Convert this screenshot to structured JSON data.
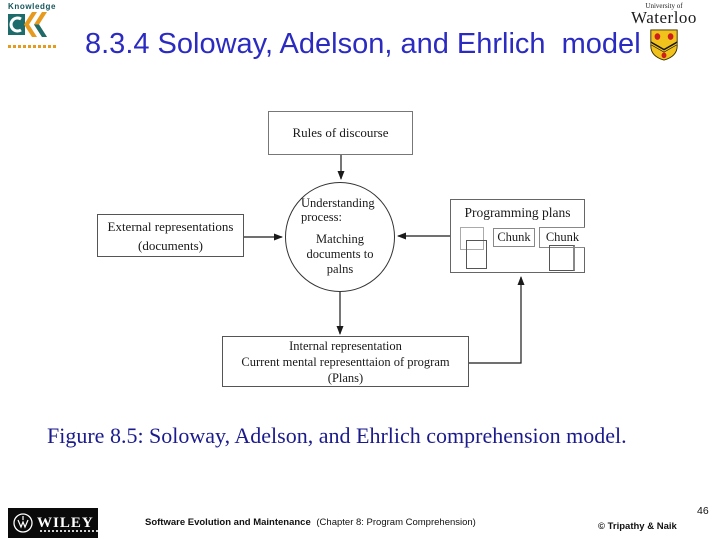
{
  "header": {
    "title": "8.3.4 Soloway, Adelson, and Ehrlich  model",
    "knowledge_logo_text": "Knowledge",
    "waterloo_line1": "University of",
    "waterloo_line2": "Waterloo"
  },
  "diagram": {
    "rules_label": "Rules of discourse",
    "circle_heading": "Understanding\nprocess:",
    "circle_body": "Matching\ndocuments to\npalns",
    "external_label": "External representations\n(documents)",
    "programming_title": "Programming plans",
    "chunk1": "Chunk",
    "chunk2": "Chunk",
    "internal_line1": "Internal representation",
    "internal_line2": "Current mental representtaion of program",
    "internal_line3": "(Plans)"
  },
  "caption": "Figure 8.5: Soloway, Adelson, and Ehrlich comprehension model.",
  "footer": {
    "wiley": "WILEY",
    "book_title": "Software Evolution and Maintenance",
    "chapter": "(Chapter 8: Program Comprehension)",
    "copyright": "© Tripathy & Naik",
    "page_number": "46"
  },
  "colors": {
    "title_blue": "#2b2bc2",
    "caption_navy": "#1b1b8e",
    "diagram_ink": "#1a1a1a",
    "logo_teal": "#1e6b6b",
    "logo_orange": "#e69b1f",
    "crest_gold": "#f2c21c",
    "crest_red": "#cc1f1f"
  }
}
